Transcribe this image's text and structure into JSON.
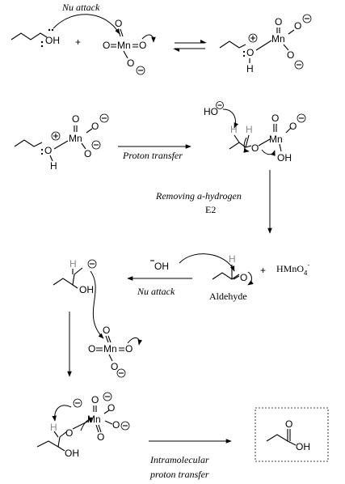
{
  "labels": {
    "nu_attack_top": "Nu attack",
    "proton_transfer": "Proton transfer",
    "removing_a_hydrogen": "Removing a-hydrogen",
    "e2": "E2",
    "nu_attack_mid": "Nu attack",
    "aldehyde": "Aldehyde",
    "intramolecular": "Intramolecular",
    "proton_transfer_bottom": "proton transfer",
    "plus_1": "+",
    "plus_2": "+",
    "hmno4": "HMnO",
    "hmno4_sub": "4",
    "hmno4_sup": "-",
    "ho_minus": "HO",
    "oh_minus": "OH"
  },
  "atoms": {
    "O": "O",
    "OH": "OH",
    "Mn": "Mn",
    "H": "H"
  },
  "symbols": {
    "plus_charge": "+",
    "minus_charge": "−"
  }
}
